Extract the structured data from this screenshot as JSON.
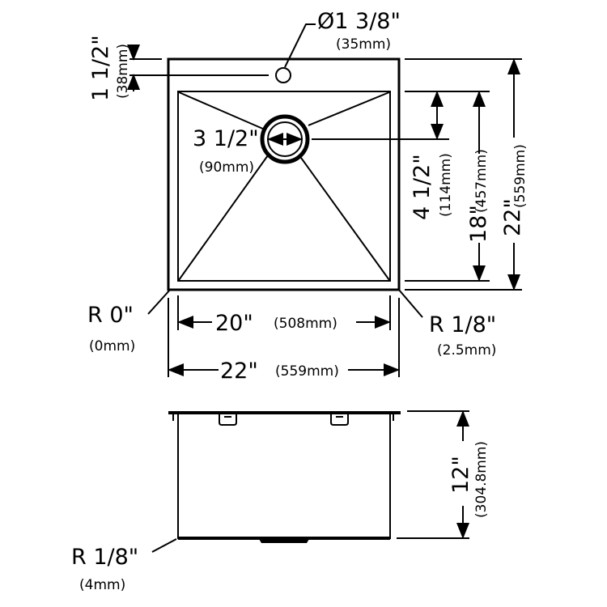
{
  "top_view": {
    "faucet_hole": {
      "dim": "Ø1 3/8\"",
      "metric": "(35mm)"
    },
    "faucet_offset": {
      "dim": "1 1/2\"",
      "metric": "(38mm)"
    },
    "drain": {
      "dim": "3 1/2\"",
      "metric": "(90mm)"
    },
    "drain_offset": {
      "dim": "4 1/2\"",
      "metric": "(114mm)"
    },
    "inner_depth": {
      "dim": "18\"",
      "metric": "(457mm)"
    },
    "outer_depth": {
      "dim": "22\"",
      "metric": "(559mm)"
    },
    "inner_width": {
      "dim": "20\"",
      "metric": "(508mm)"
    },
    "outer_width": {
      "dim": "22\"",
      "metric": "(559mm)"
    },
    "inner_corner_radius": {
      "dim": "R 0\"",
      "metric": "(0mm)"
    },
    "outer_corner_radius": {
      "dim": "R 1/8\"",
      "metric": "(2.5mm)"
    }
  },
  "side_view": {
    "height": {
      "dim": "12\"",
      "metric": "(304.8mm)"
    },
    "bottom_radius": {
      "dim": "R 1/8\"",
      "metric": "(4mm)"
    }
  }
}
